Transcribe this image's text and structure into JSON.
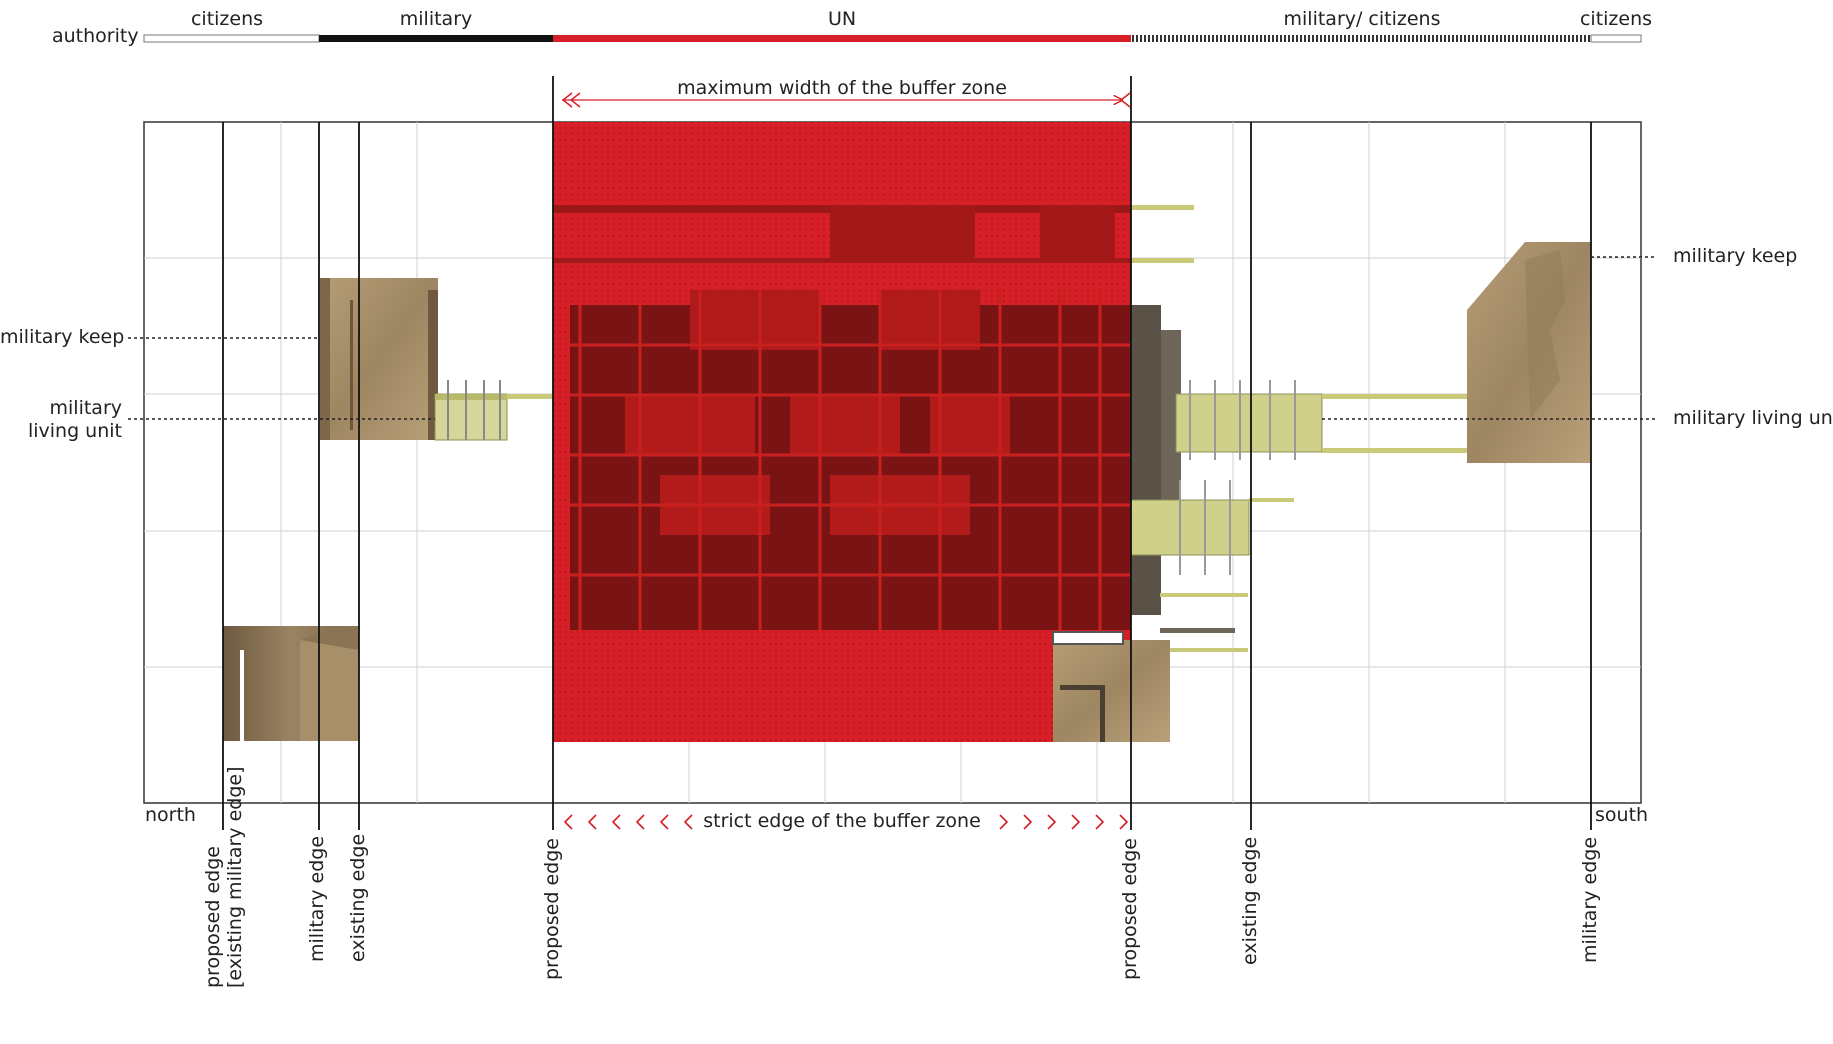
{
  "authority_bar": {
    "label": "authority",
    "segments": [
      {
        "label": "citizens",
        "style": "outline"
      },
      {
        "label": "military",
        "style": "black"
      },
      {
        "label": "UN",
        "style": "red"
      },
      {
        "label": "military/ citizens",
        "style": "hatched"
      },
      {
        "label": "citizens",
        "style": "outline"
      }
    ]
  },
  "buffer_zone": {
    "max_width_label": "maximum width of the buffer zone",
    "strict_edge_label": "strict edge of the buffer zone"
  },
  "orientation": {
    "north": "north",
    "south": "south"
  },
  "callouts": {
    "left_keep": "military keep",
    "left_unit_line1": "military",
    "left_unit_line2": "living unit",
    "right_keep": "military keep",
    "right_unit": "military living unit"
  },
  "edge_labels": [
    {
      "line1": "proposed edge",
      "line2": "[existing military edge]"
    },
    {
      "line1": "military edge"
    },
    {
      "line1": "existing edge"
    },
    {
      "line1": "proposed edge"
    },
    {
      "line1": "proposed edge"
    },
    {
      "line1": "existing edge"
    },
    {
      "line1": "military edge"
    }
  ],
  "colors": {
    "un_red": "#d61f26",
    "dark_red": "#8e1414",
    "military_black": "#111111",
    "living_unit": "#c9c97a",
    "concrete": "#a8926c",
    "grid": "#cfcfcf"
  }
}
